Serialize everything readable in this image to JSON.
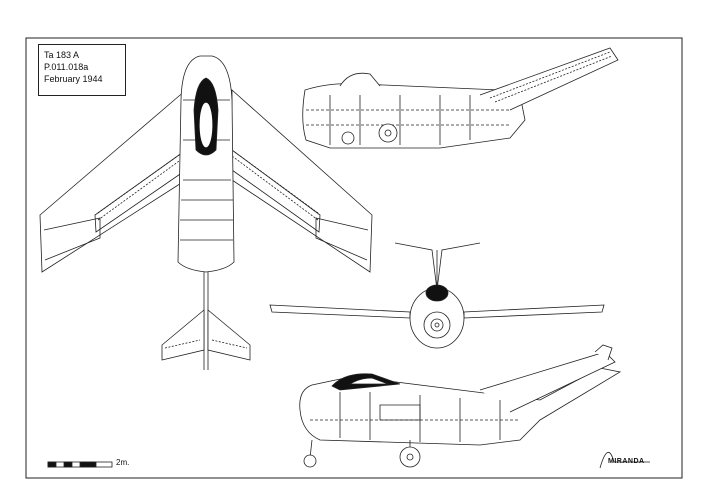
{
  "info": {
    "line1": "Ta 183 A",
    "line2": "P.011.018a",
    "line3": "February 1944"
  },
  "scale": {
    "label": "2m."
  },
  "signature": {
    "text": "MIRANDA"
  }
}
